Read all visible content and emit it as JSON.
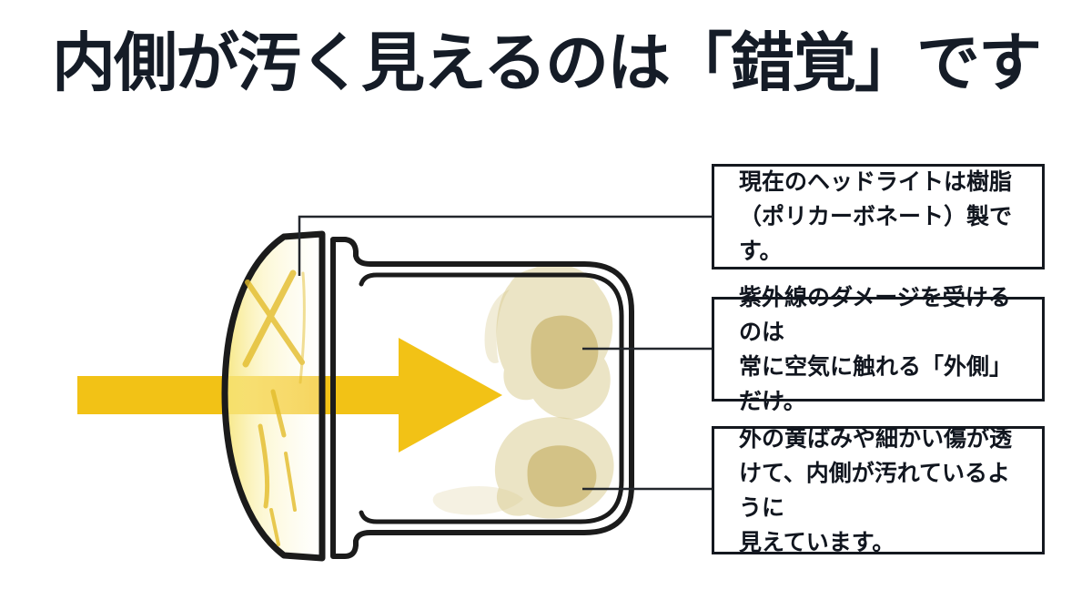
{
  "title": {
    "text": "内側が汚く見えるのは「錯覚」です",
    "color": "#151c27"
  },
  "diagram": {
    "description": "headlight-cross-section",
    "arrow_color": "#F2C216",
    "lens_tint_color": "#F6E57E",
    "scratch_color": "#E3BC2A",
    "stain_color": "#D8C98C",
    "stain_core_color": "#C3AC5C",
    "outline_color": "#1B1B1B",
    "connector_color": "#23272D"
  },
  "callouts": [
    {
      "text": "現在のヘッドライトは樹脂\n（ポリカーボネート）製です。"
    },
    {
      "text": "紫外線のダメージを受けるのは\n常に空気に触れる「外側」だけ。"
    },
    {
      "text": "外の黄ばみや細かい傷が透\nけて、内側が汚れているように\n見えています。"
    }
  ]
}
